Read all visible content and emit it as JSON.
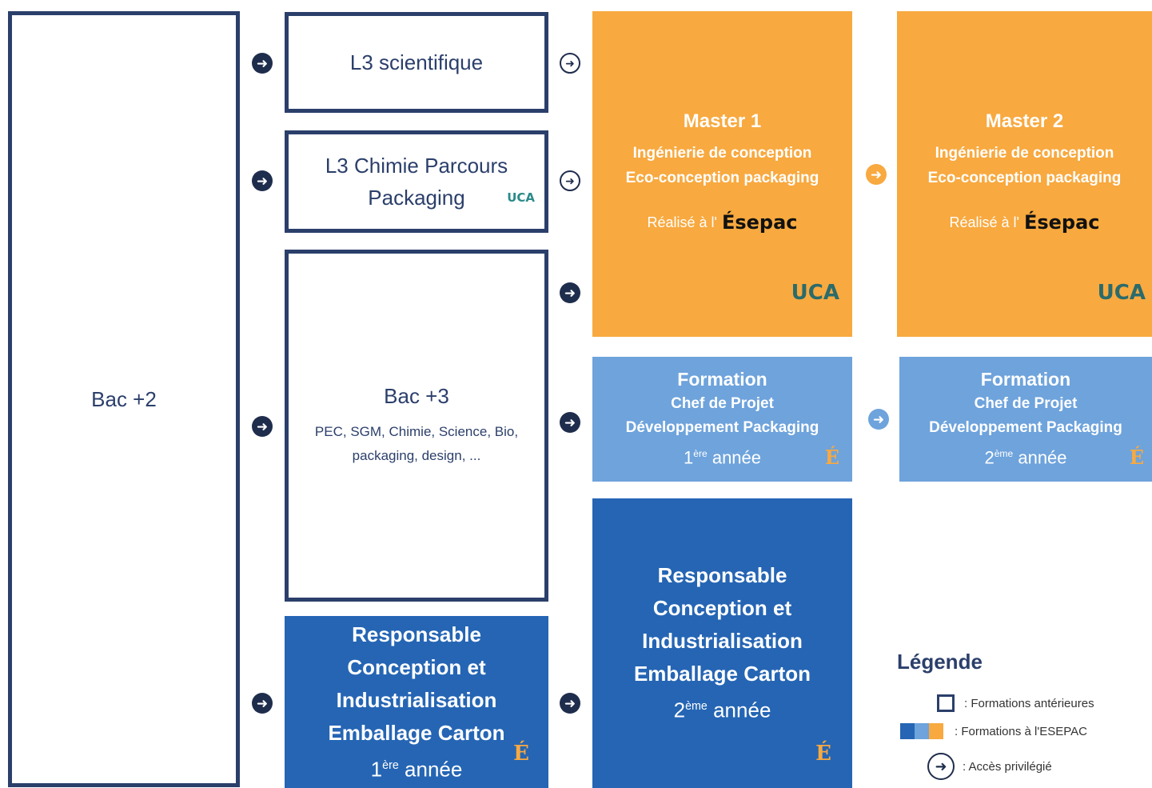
{
  "bac2": "Bac +2",
  "l3_sci": "L3 scientifique",
  "l3_chimie": {
    "line1": "L3 Chimie Parcours",
    "line2": "Packaging"
  },
  "bac3": {
    "title": "Bac +3",
    "line1": "PEC, SGM, Chimie, Science, Bio,",
    "line2": "packaging, design, ..."
  },
  "resp1": {
    "line1": "Responsable",
    "line2": "Conception et",
    "line3": "Industrialisation",
    "line4": "Emballage Carton",
    "year_num": "1",
    "year_sup": "ère",
    "year_word": " année"
  },
  "master1": {
    "title": "Master 1",
    "line1": "Ingénierie de conception",
    "line2": "Eco-conception packaging",
    "realise": "Réalisé à l'",
    "esepac": "Ésepac"
  },
  "master2": {
    "title": "Master 2",
    "line1": "Ingénierie de conception",
    "line2": "Eco-conception packaging",
    "realise": "Réalisé à l'",
    "esepac": "Ésepac"
  },
  "form1": {
    "title": "Formation",
    "line1": "Chef de Projet",
    "line2": "Développement Packaging",
    "year_num": "1",
    "year_sup": "ère",
    "year_word": " année"
  },
  "form2": {
    "title": "Formation",
    "line1": "Chef de Projet",
    "line2": "Développement Packaging",
    "year_num": "2",
    "year_sup": "ème",
    "year_word": " année"
  },
  "resp2": {
    "line1": "Responsable",
    "line2": "Conception et",
    "line3": "Industrialisation",
    "line4": "Emballage Carton",
    "year_num": "2",
    "year_sup": "ème",
    "year_word": " année"
  },
  "ucn_logo": "UCA",
  "e_logo": "É",
  "arrow_glyph": "➜",
  "legend": {
    "title": "Légende",
    "prior": ": Formations antérieures",
    "esepac": ": Formations à l'ESEPAC",
    "access": ": Accès privilégié"
  },
  "colors": {
    "navy": "#2b3f6b",
    "orange": "#f8a93f",
    "light_blue": "#6ea3dc",
    "dark_blue": "#2565b4"
  }
}
